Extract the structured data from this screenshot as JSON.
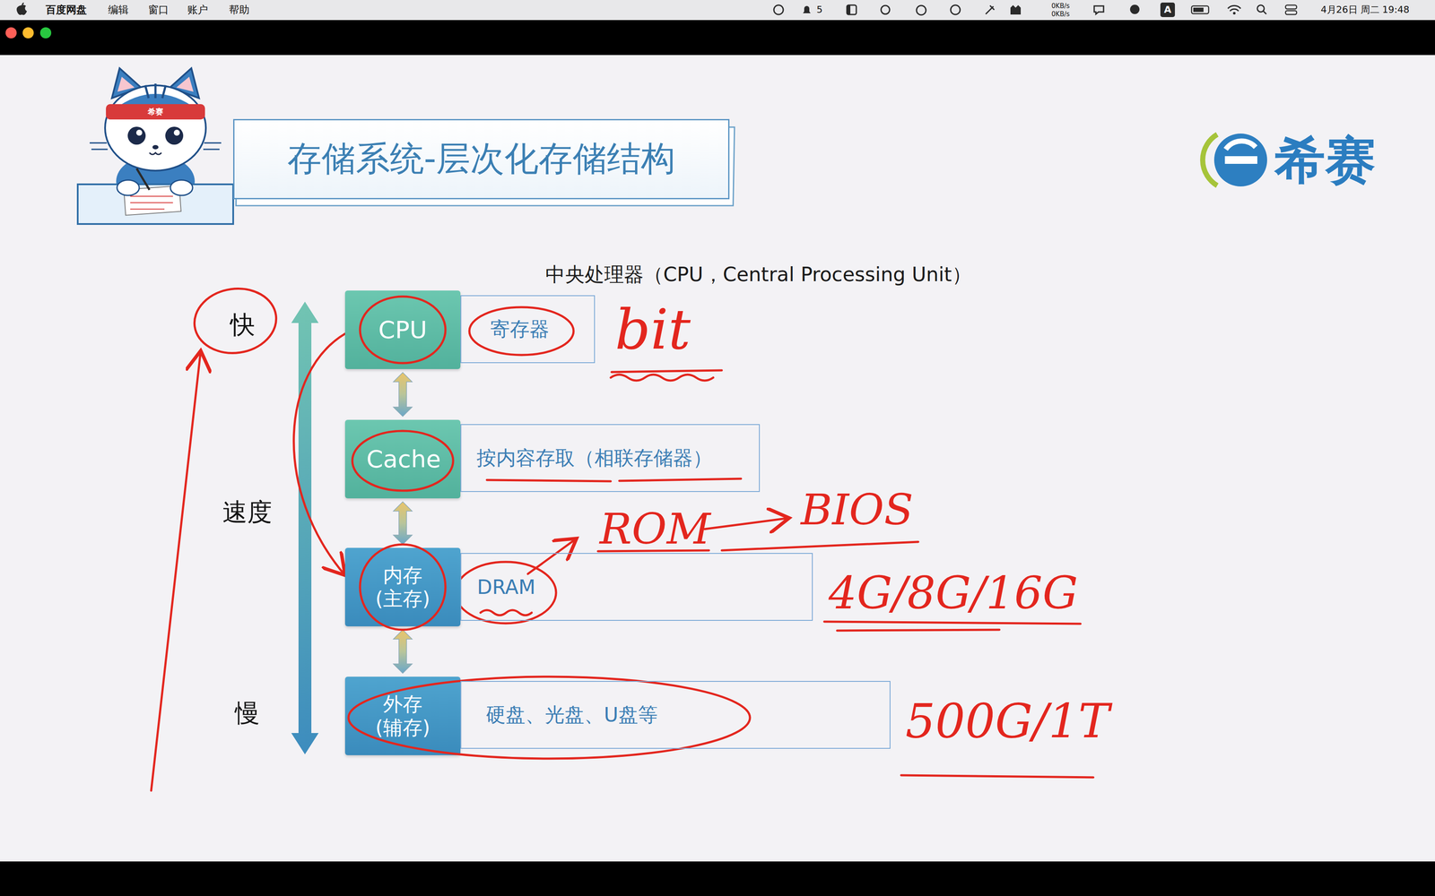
{
  "diagram": {
    "title": "存储系统-层次化存储结构",
    "nodes": [
      {
        "text": [
          "CPU"
        ]
      },
      {
        "text": [
          "寄存器"
        ]
      },
      {
        "text": [
          "Cache"
        ]
      },
      {
        "text": [
          "按内容存取（相联存储器）"
        ]
      },
      {
        "text": [
          "内存 (主存)"
        ]
      },
      {
        "text": [
          "DRAM"
        ]
      },
      {
        "text": [
          "外存 (辅存)"
        ]
      },
      {
        "text": [
          "硬盘、光盘、U盘等"
        ]
      }
    ],
    "edges": [
      {
        "from": 0,
        "to": 2,
        "arrow": "both"
      },
      {
        "from": 2,
        "to": 4,
        "arrow": "both"
      },
      {
        "from": 4,
        "to": 6,
        "arrow": "both"
      },
      {
        "from": 0,
        "to": 4,
        "arrow": "to"
      }
    ],
    "labels": [
      "百度网盘",
      "编辑",
      "窗口",
      "账户",
      "帮助",
      "5",
      "0KB/s",
      "0KB/s",
      "A",
      "4月26日 周二 19:48",
      "希赛",
      "希赛",
      "中央处理器（CPU，Central Processing Unit）",
      "快",
      "速度",
      "慢",
      "bit",
      "ROM",
      "BIOS",
      "4G/8G/16G",
      "500G/1T"
    ]
  }
}
